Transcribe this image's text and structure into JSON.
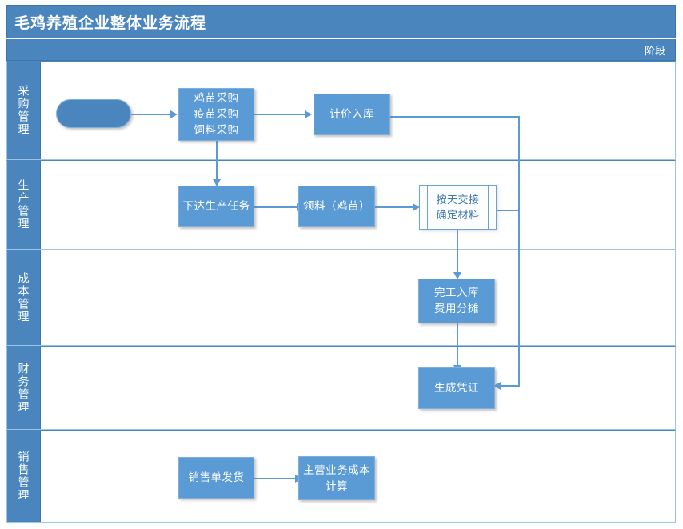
{
  "header": {
    "title": "毛鸡养殖企业整体业务流程",
    "phase_label": "阶段",
    "title_bar_color": "#4a86bd",
    "node_color": "#5b9bd5",
    "connector_color": "#5b9bd5"
  },
  "lanes": [
    {
      "id": "purchase",
      "label": "采购管理"
    },
    {
      "id": "production",
      "label": "生产管理"
    },
    {
      "id": "cost",
      "label": "成本管理"
    },
    {
      "id": "finance",
      "label": "财务管理"
    },
    {
      "id": "sales",
      "label": "销售管理"
    }
  ],
  "nodes": {
    "start": {
      "label": "",
      "shape": "rounded-start",
      "lane": "purchase"
    },
    "purchase_items": {
      "label": "鸡苗采购\n疫苗采购\n饲料采购",
      "shape": "process",
      "lane": "purchase"
    },
    "valued_storage": {
      "label": "计价入库",
      "shape": "process",
      "lane": "purchase"
    },
    "issue_task": {
      "label": "下达生产任务",
      "shape": "process",
      "lane": "production"
    },
    "material_request": {
      "label": "领料（鸡苗）",
      "shape": "process",
      "lane": "production"
    },
    "daily_handover": {
      "label": "按天交接\n确定材料",
      "shape": "predefined-process",
      "lane": "production"
    },
    "finished_storage": {
      "label": "完工入库\n费用分摊",
      "shape": "process",
      "lane": "cost"
    },
    "generate_voucher": {
      "label": "生成凭证",
      "shape": "process",
      "lane": "finance"
    },
    "sales_delivery": {
      "label": "销售单发货",
      "shape": "process",
      "lane": "sales"
    },
    "main_cost": {
      "label": "主营业务成本\n计算",
      "shape": "process",
      "lane": "sales"
    }
  }
}
